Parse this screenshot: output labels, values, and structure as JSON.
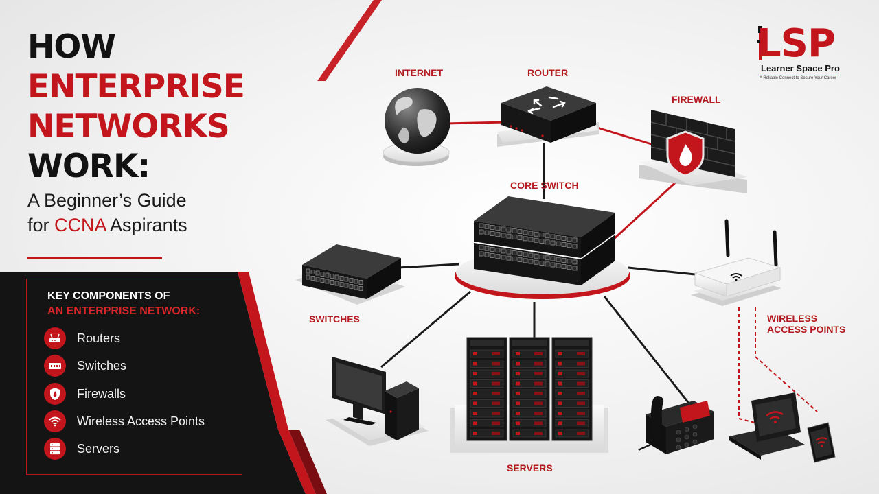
{
  "headline": {
    "line1": "HOW",
    "line2": "ENTERPRISE",
    "line3": "NETWORKS",
    "line4": "WORK:",
    "subtitle1": "A Beginner’s Guide",
    "subtitle2_pre": "for ",
    "subtitle2_accent": "CCNA",
    "subtitle2_post": " Aspirants"
  },
  "components_panel": {
    "title_line1": "KEY COMPONENTS OF",
    "title_line2": "AN ENTERPRISE NETWORK:",
    "items": [
      {
        "label": "Routers",
        "icon": "router-icon"
      },
      {
        "label": "Switches",
        "icon": "switch-icon"
      },
      {
        "label": "Firewalls",
        "icon": "firewall-shield-icon"
      },
      {
        "label": "Wireless Access Points",
        "icon": "wifi-icon"
      },
      {
        "label": "Servers",
        "icon": "server-icon"
      }
    ]
  },
  "diagram": {
    "labels": {
      "internet": "INTERNET",
      "router": "ROUTER",
      "firewall": "FIREWALL",
      "core_switch": "CORE SWITCH",
      "switches": "SWITCHES",
      "wireless_line1": "WIRELESS",
      "wireless_line2": "ACCESS POINTS",
      "servers": "SERVERS"
    },
    "devices": [
      "globe-icon",
      "router-device",
      "firewall-brick-wall",
      "core-switch-stack",
      "access-switch",
      "wireless-access-point",
      "desktop-computer",
      "server-racks",
      "ip-phone",
      "laptop",
      "smartphone"
    ]
  },
  "logo": {
    "mark": "LSP",
    "name": "Learner Space Pro",
    "tagline": "A Reliable Connect to Secure Your Career"
  },
  "colors": {
    "accent_red": "#c3161c",
    "dark": "#141414",
    "text_dark": "#121212",
    "background": "#f1f1f1"
  }
}
